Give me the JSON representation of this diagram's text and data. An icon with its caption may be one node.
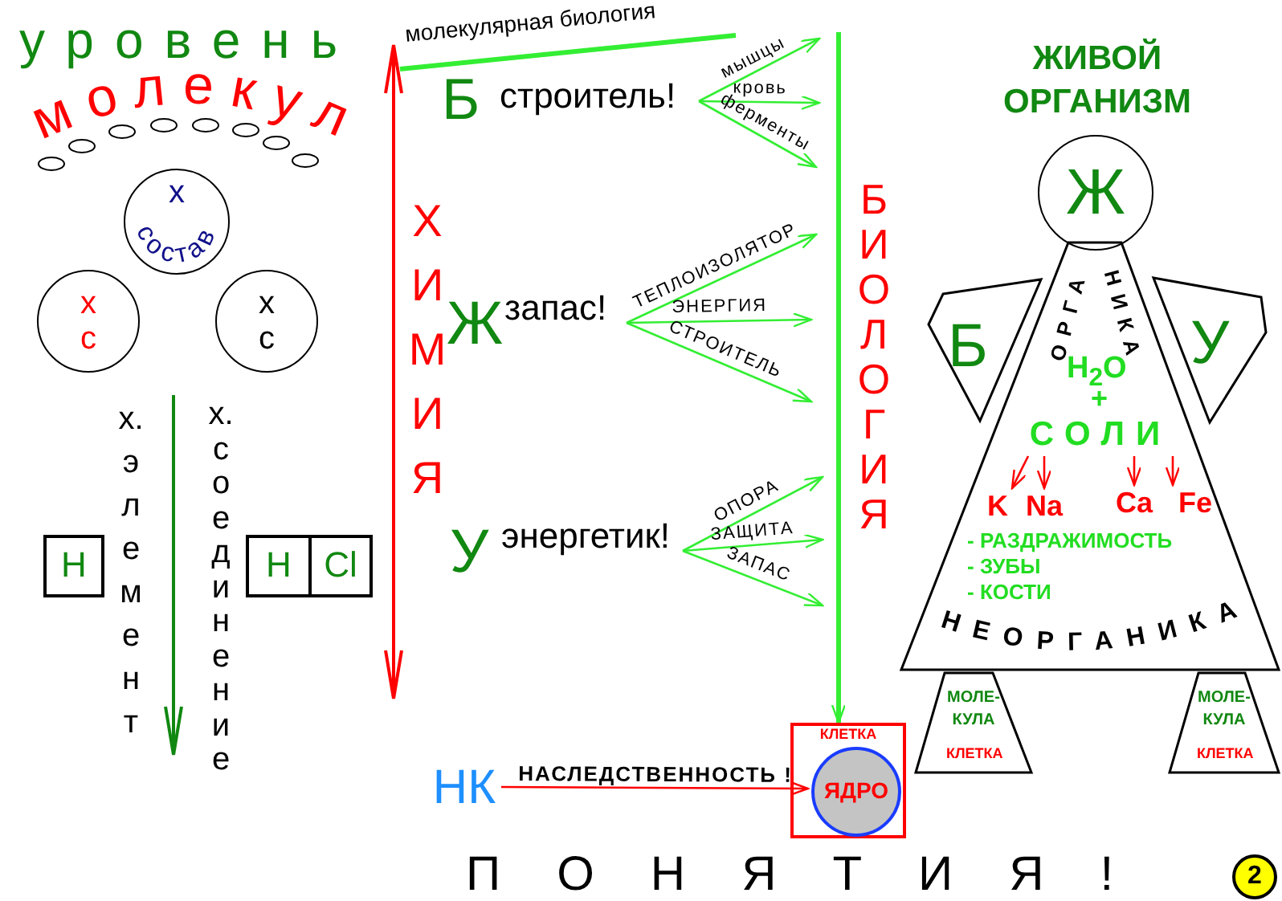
{
  "diagram": {
    "nodes": [
      {
        "text": [
          "х",
          "состав"
        ]
      },
      {
        "text": [
          "х",
          "с"
        ]
      },
      {
        "text": [
          "х",
          "с"
        ]
      },
      {
        "text": [
          "H"
        ]
      },
      {
        "text": [
          "H"
        ]
      },
      {
        "text": [
          "Cl"
        ]
      },
      {
        "text": [
          "Б",
          "строитель!"
        ]
      },
      {
        "text": [
          "Ж",
          "запас!"
        ]
      },
      {
        "text": [
          "У",
          "энергетик!"
        ]
      },
      {
        "text": [
          "НК"
        ]
      },
      {
        "text": [
          "КЛЕТКА"
        ]
      },
      {
        "text": [
          "ЯДРО"
        ],
        "in": 10
      },
      {
        "text": [
          "Ж"
        ],
        "beside": [
          "ЖИВОЙ ОРГАНИЗМ"
        ]
      },
      {
        "text": [
          "Б"
        ]
      },
      {
        "text": [
          "У"
        ]
      },
      {
        "text": [
          "ОРГАНИКА",
          "H$_{2}$O",
          "+",
          "- РАЗДРАЖИМОСТЬ",
          "- ЗУБЫ",
          "- КОСТИ",
          "НЕОРГАНИКА"
        ]
      },
      {
        "text": [
          "СОЛИ"
        ],
        "in": 15
      },
      {
        "text": [
          "K"
        ],
        "in": 15
      },
      {
        "text": [
          "Na"
        ],
        "in": 15
      },
      {
        "text": [
          "Ca"
        ],
        "in": 15
      },
      {
        "text": [
          "Fe"
        ],
        "in": 15
      },
      {
        "text": [
          "МОЛЕ- КУЛА",
          "КЛЕТКА"
        ]
      },
      {
        "text": [
          "МОЛЕ- КУЛА",
          "КЛЕТКА"
        ]
      },
      {
        "text": [
          "2"
        ]
      }
    ],
    "edges": [
      {
        "from": 6,
        "to": null,
        "arrow": "to",
        "label": "мышцы"
      },
      {
        "from": 6,
        "to": null,
        "arrow": "to",
        "label": "кровь"
      },
      {
        "from": 6,
        "to": null,
        "arrow": "to",
        "label": "ферменты"
      },
      {
        "from": 7,
        "to": null,
        "arrow": "to",
        "label": "ТЕПЛОИЗОЛЯТОР"
      },
      {
        "from": 7,
        "to": null,
        "arrow": "to",
        "label": "ЭНЕРГИЯ"
      },
      {
        "from": 7,
        "to": null,
        "arrow": "to",
        "label": "СТРОИТЕЛЬ"
      },
      {
        "from": 8,
        "to": null,
        "arrow": "to",
        "label": "ОПОРА"
      },
      {
        "from": 8,
        "to": null,
        "arrow": "to",
        "label": "ЗАЩИТА"
      },
      {
        "from": 8,
        "to": null,
        "arrow": "to",
        "label": "ЗАПАС"
      },
      {
        "from": 9,
        "to": 11,
        "arrow": "to",
        "label": "НАСЛЕДСТВЕННОСТЬ !",
        "color": "#ff0000"
      },
      {
        "from": null,
        "to": 10,
        "arrow": "to",
        "style": "thick"
      },
      {
        "from": 16,
        "to": 17,
        "arrow": "to",
        "color": "#ff0000"
      },
      {
        "from": 16,
        "to": 18,
        "arrow": "to",
        "color": "#ff0000"
      },
      {
        "from": 16,
        "to": 19,
        "arrow": "to",
        "color": "#ff0000"
      },
      {
        "from": 16,
        "to": 20,
        "arrow": "to",
        "color": "#ff0000"
      }
    ],
    "labels": [
      "уровень",
      "молекул",
      "х. элемент",
      "х. соединение",
      "молекулярная биология",
      "ХИМИЯ",
      "БИОЛОГИЯ",
      "ПОНЯТИЯ!"
    ]
  }
}
